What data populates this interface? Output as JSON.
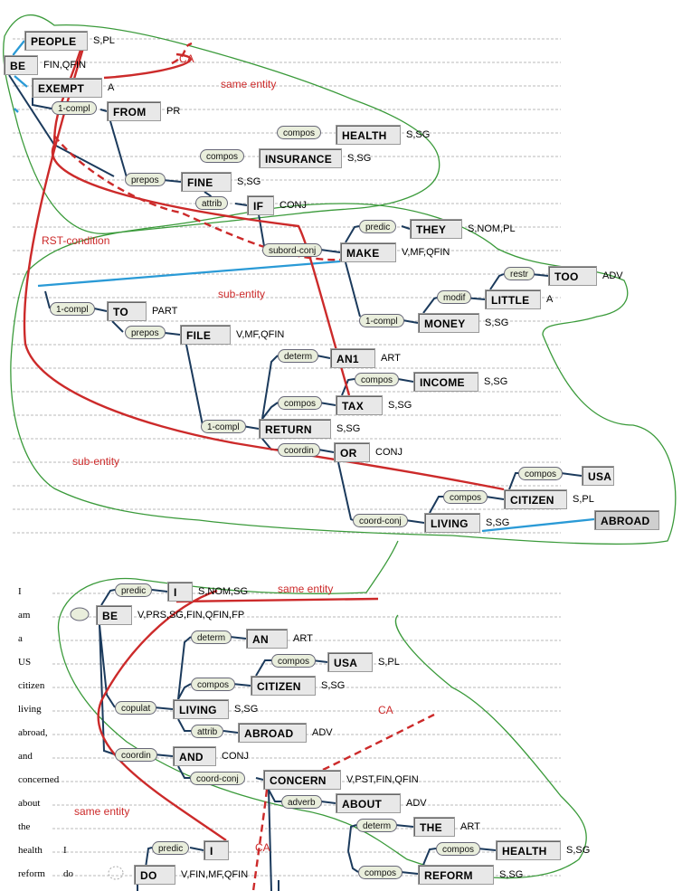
{
  "top_tree": {
    "nodes": [
      {
        "id": "people",
        "text": "PEOPLE",
        "feat": "S,PL"
      },
      {
        "id": "be1",
        "text": "BE",
        "feat": "FIN,QFIN"
      },
      {
        "id": "exempt",
        "text": "EXEMPT",
        "feat": "A"
      },
      {
        "id": "from",
        "text": "FROM",
        "feat": "PR"
      },
      {
        "id": "health1",
        "text": "HEALTH",
        "feat": "S,SG"
      },
      {
        "id": "insurance",
        "text": "INSURANCE",
        "feat": "S,SG"
      },
      {
        "id": "fine",
        "text": "FINE",
        "feat": "S,SG"
      },
      {
        "id": "if",
        "text": "IF",
        "feat": "CONJ"
      },
      {
        "id": "they",
        "text": "THEY",
        "feat": "S,NOM,PL"
      },
      {
        "id": "make",
        "text": "MAKE",
        "feat": "V,MF,QFIN"
      },
      {
        "id": "too",
        "text": "TOO",
        "feat": "ADV"
      },
      {
        "id": "little",
        "text": "LITTLE",
        "feat": "A"
      },
      {
        "id": "money",
        "text": "MONEY",
        "feat": "S,SG"
      },
      {
        "id": "to",
        "text": "TO",
        "feat": "PART"
      },
      {
        "id": "file",
        "text": "FILE",
        "feat": "V,MF,QFIN"
      },
      {
        "id": "an1",
        "text": "AN1",
        "feat": "ART"
      },
      {
        "id": "income",
        "text": "INCOME",
        "feat": "S,SG"
      },
      {
        "id": "tax",
        "text": "TAX",
        "feat": "S,SG"
      },
      {
        "id": "return",
        "text": "RETURN",
        "feat": "S,SG"
      },
      {
        "id": "or",
        "text": "OR",
        "feat": "CONJ"
      },
      {
        "id": "usa1",
        "text": "USA",
        "feat": ""
      },
      {
        "id": "citizen1",
        "text": "CITIZEN",
        "feat": "S,PL"
      },
      {
        "id": "living1",
        "text": "LIVING",
        "feat": "S,SG"
      },
      {
        "id": "abroad1",
        "text": "ABROAD",
        "feat": ""
      }
    ],
    "labels": [
      {
        "id": "l_1compl_a",
        "text": "1-compl"
      },
      {
        "id": "l_compos_health",
        "text": "compos"
      },
      {
        "id": "l_compos_ins",
        "text": "compos"
      },
      {
        "id": "l_prepos_fine",
        "text": "prepos"
      },
      {
        "id": "l_attrib_if",
        "text": "attrib"
      },
      {
        "id": "l_predic_they",
        "text": "predic"
      },
      {
        "id": "l_subord",
        "text": "subord-conj"
      },
      {
        "id": "l_restr",
        "text": "restr"
      },
      {
        "id": "l_modif",
        "text": "modif"
      },
      {
        "id": "l_1compl_money",
        "text": "1-compl"
      },
      {
        "id": "l_1compl_to",
        "text": "1-compl"
      },
      {
        "id": "l_prepos_file",
        "text": "prepos"
      },
      {
        "id": "l_determ_an",
        "text": "determ"
      },
      {
        "id": "l_compos_income",
        "text": "compos"
      },
      {
        "id": "l_compos_tax",
        "text": "compos"
      },
      {
        "id": "l_1compl_return",
        "text": "1-compl"
      },
      {
        "id": "l_coordin_or",
        "text": "coordin"
      },
      {
        "id": "l_compos_usa",
        "text": "compos"
      },
      {
        "id": "l_compos_citizen",
        "text": "compos"
      },
      {
        "id": "l_coordconj_living",
        "text": "coord-conj"
      }
    ]
  },
  "bottom_tree": {
    "words": [
      "I",
      "am",
      "a",
      "US",
      "citizen",
      "living",
      "abroad,",
      "and",
      "concerned",
      "about",
      "the",
      "health",
      "reform"
    ],
    "extra_words": [
      "I",
      "do"
    ],
    "nodes": [
      {
        "id": "i1",
        "text": "I",
        "feat": "S,NOM,SG"
      },
      {
        "id": "be2",
        "text": "BE",
        "feat": "V,PRS,SG,FIN,QFIN,FP"
      },
      {
        "id": "an2",
        "text": "AN",
        "feat": "ART"
      },
      {
        "id": "usa2",
        "text": "USA",
        "feat": "S,PL"
      },
      {
        "id": "citizen2",
        "text": "CITIZEN",
        "feat": "S,SG"
      },
      {
        "id": "living2",
        "text": "LIVING",
        "feat": "S,SG"
      },
      {
        "id": "abroad2",
        "text": "ABROAD",
        "feat": "ADV"
      },
      {
        "id": "and",
        "text": "AND",
        "feat": "CONJ"
      },
      {
        "id": "concern",
        "text": "CONCERN",
        "feat": "V,PST,FIN,QFIN"
      },
      {
        "id": "about",
        "text": "ABOUT",
        "feat": "ADV"
      },
      {
        "id": "the",
        "text": "THE",
        "feat": "ART"
      },
      {
        "id": "health2",
        "text": "HEALTH",
        "feat": "S,SG"
      },
      {
        "id": "i2",
        "text": "I",
        "feat": ""
      },
      {
        "id": "do",
        "text": "DO",
        "feat": "V,FIN,MF,QFIN"
      },
      {
        "id": "reform",
        "text": "REFORM",
        "feat": "S,SG"
      }
    ],
    "labels": [
      {
        "id": "b_predic_i",
        "text": "predic"
      },
      {
        "id": "b_determ_an",
        "text": "determ"
      },
      {
        "id": "b_compos_usa",
        "text": "compos"
      },
      {
        "id": "b_compos_citizen",
        "text": "compos"
      },
      {
        "id": "b_copulat",
        "text": "copulat"
      },
      {
        "id": "b_attrib",
        "text": "attrib"
      },
      {
        "id": "b_coordin",
        "text": "coordin"
      },
      {
        "id": "b_coordconj",
        "text": "coord-conj"
      },
      {
        "id": "b_adverb",
        "text": "adverb"
      },
      {
        "id": "b_determ_the",
        "text": "determ"
      },
      {
        "id": "b_compos_health",
        "text": "compos"
      },
      {
        "id": "b_predic_i2",
        "text": "predic"
      },
      {
        "id": "b_compos_reform",
        "text": "compos"
      }
    ]
  },
  "annotations": [
    {
      "id": "ann_ca1",
      "text": "CA"
    },
    {
      "id": "ann_same1",
      "text": "same entity"
    },
    {
      "id": "ann_rst",
      "text": "RST-condition"
    },
    {
      "id": "ann_sub1",
      "text": "sub-entity"
    },
    {
      "id": "ann_sub2",
      "text": "sub-entity"
    },
    {
      "id": "ann_same2",
      "text": "same entity"
    },
    {
      "id": "ann_ca2",
      "text": "CA"
    },
    {
      "id": "ann_same3",
      "text": "same entity"
    },
    {
      "id": "ann_ca3",
      "text": "CA"
    }
  ],
  "colors": {
    "tree_edge": "#1b3a5c",
    "coref": "#cc2a2a",
    "blue_link": "#2a9ad6",
    "region": "#3a9a3a",
    "annotation": "#cc2a2a"
  }
}
